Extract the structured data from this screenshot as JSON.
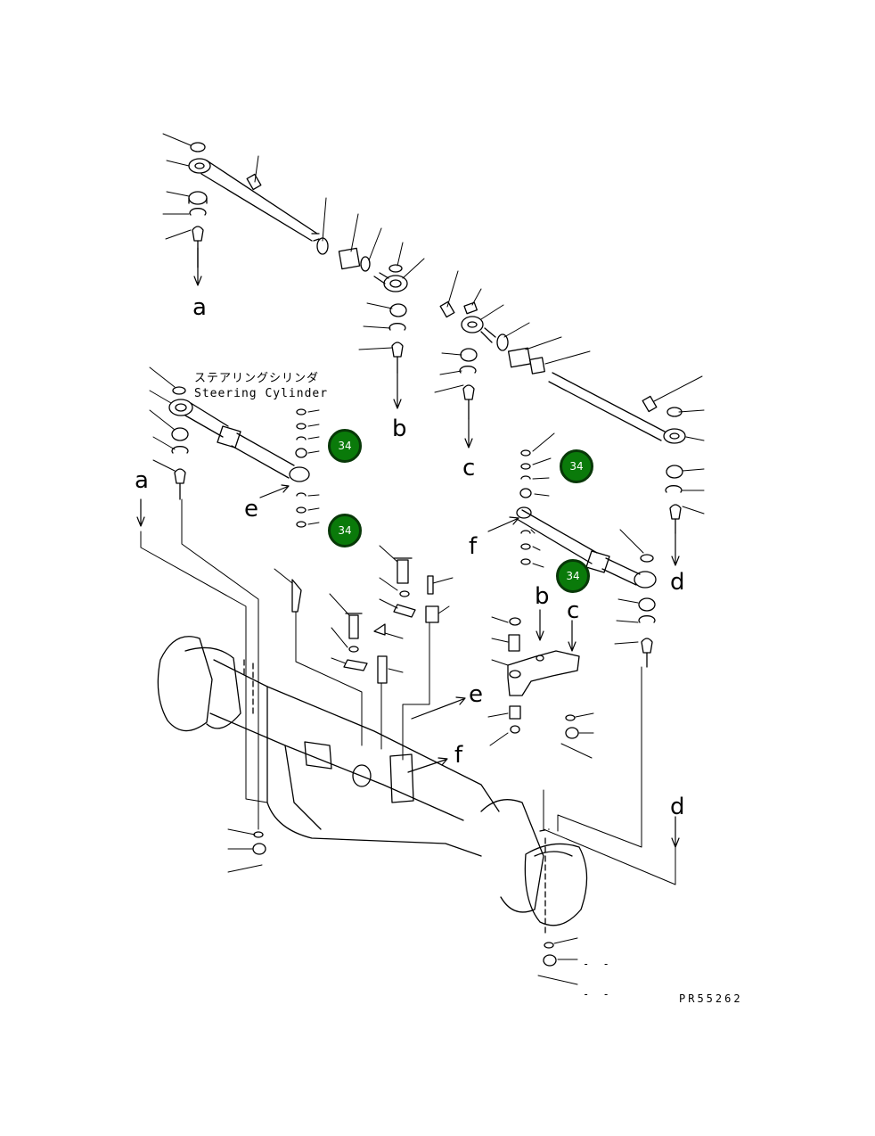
{
  "diagram": {
    "cylinder_label_jp": "ステアリングシリンダ",
    "cylinder_label_en": "Steering Cylinder",
    "drawing_code": "PR55262",
    "badge_text": "34",
    "leader_letters": [
      "a",
      "b",
      "c",
      "d",
      "e",
      "f"
    ],
    "dash_mark": "- -"
  },
  "colors": {
    "badge_fill": "#0a7a0a",
    "badge_border": "#083808",
    "line": "#000000"
  }
}
